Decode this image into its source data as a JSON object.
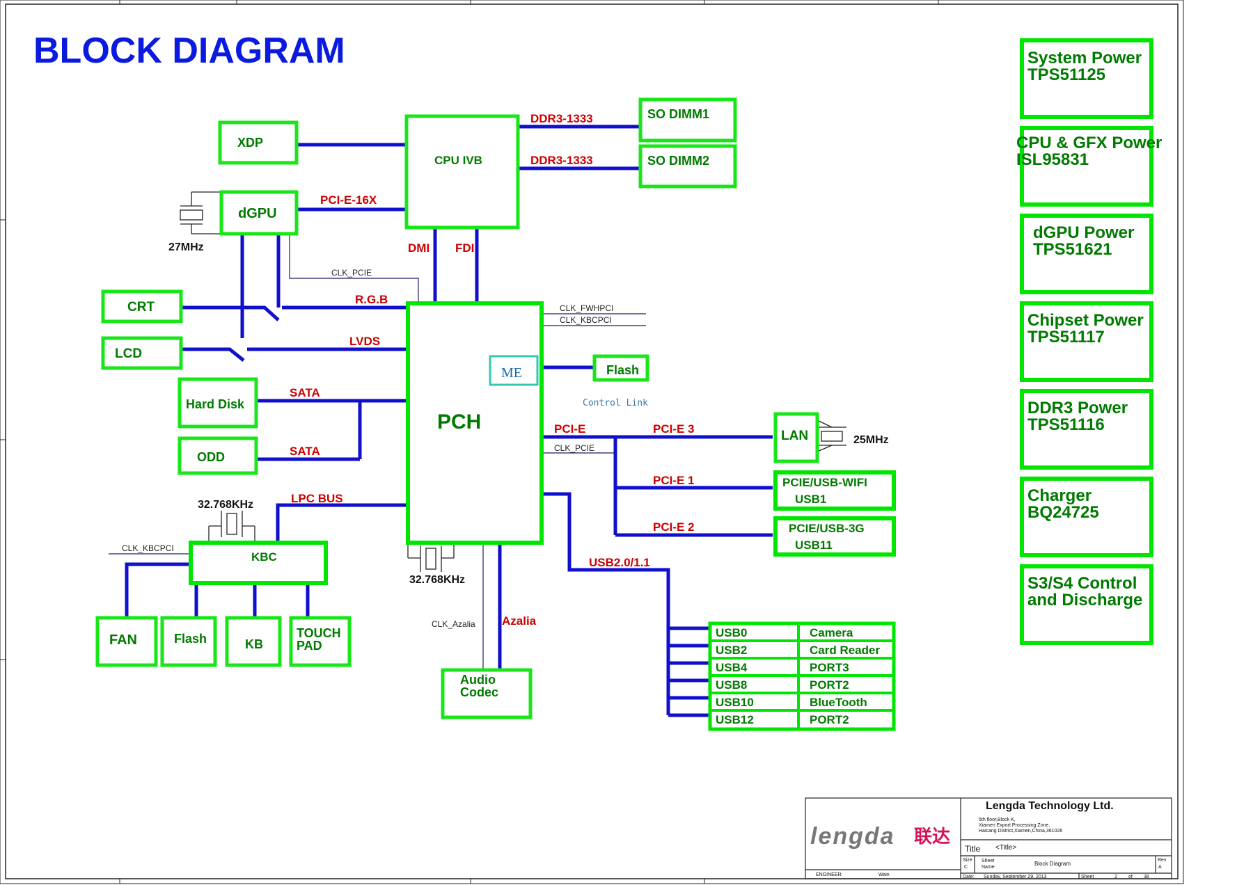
{
  "title": "BLOCK DIAGRAM",
  "blocks": {
    "xdp": "XDP",
    "dgpu": "dGPU",
    "cpu": "CPU IVB",
    "so_dimm1": "SO DIMM1",
    "so_dimm2": "SO DIMM2",
    "crt": "CRT",
    "lcd": "LCD",
    "hard_disk": "Hard Disk",
    "odd": "ODD",
    "pch": "PCH",
    "me": "ME",
    "flash_spi": "Flash",
    "lan": "LAN",
    "wifi_line1": "PCIE/USB-WIFI",
    "wifi_line2": "USB1",
    "g3_line1": "PCIE/USB-3G",
    "g3_line2": "USB11",
    "kbc": "KBC",
    "fan": "FAN",
    "flash_kbc": "Flash",
    "kb": "KB",
    "touch_line1": "TOUCH",
    "touch_line2": "PAD",
    "audio_line1": "Audio",
    "audio_line2": "Codec"
  },
  "usb_ports": [
    {
      "port": "USB0",
      "device": "Camera"
    },
    {
      "port": "USB2",
      "device": "Card Reader"
    },
    {
      "port": "USB4",
      "device": "PORT3"
    },
    {
      "port": "USB8",
      "device": "PORT2"
    },
    {
      "port": "USB10",
      "device": "BlueTooth"
    },
    {
      "port": "USB12",
      "device": "PORT2"
    }
  ],
  "bus_labels": {
    "ddr1": "DDR3-1333",
    "ddr2": "DDR3-1333",
    "pcie16": "PCI-E-16X",
    "dmi": "DMI",
    "fdi": "FDI",
    "rgb": "R.G.B",
    "lvds": "LVDS",
    "sata1": "SATA",
    "sata2": "SATA",
    "lpc": "LPC BUS",
    "pcie": "PCI-E",
    "pcie3": "PCI-E 3",
    "pcie1": "PCI-E 1",
    "pcie2": "PCI-E 2",
    "usb": "USB2.0/1.1",
    "azalia": "Azalia"
  },
  "signal_labels": {
    "clk_pcie_gpu": "CLK_PCIE",
    "clk_fwhpci": "CLK_FWHPCI",
    "clk_kbcpci_pch": "CLK_KBCPCI",
    "control_link": "Control  Link",
    "clk_pcie_lan": "CLK_PCIE",
    "clk_kbcpci_kbc": "CLK_KBCPCI",
    "clk_azalia": "CLK_Azalia"
  },
  "crystals": {
    "gpu": "27MHz",
    "lan": "25MHz",
    "kbc": "32.768KHz",
    "pch": "32.768KHz"
  },
  "power": [
    {
      "line1": "System Power",
      "line2": "TPS51125"
    },
    {
      "line1": "CPU & GFX Power",
      "line2": "ISL95831"
    },
    {
      "line1": "dGPU Power",
      "line2": "TPS51621"
    },
    {
      "line1": "Chipset Power",
      "line2": "TPS51117"
    },
    {
      "line1": "DDR3 Power",
      "line2": "TPS51116"
    },
    {
      "line1": "Charger",
      "line2": "BQ24725"
    },
    {
      "line1": "S3/S4 Control",
      "line2": "and Discharge"
    }
  ],
  "title_block": {
    "logo": "lengda",
    "logo_cn": "联达",
    "company": "Lengda Technology Ltd.",
    "address1": "5th floor,Block K,",
    "address2": "Xiamen Export Processing Zone,",
    "address3": "Haicang District,Xiamen,China,361026",
    "title_label": "Title",
    "title_value": "<Title>",
    "size_label": "Size",
    "size_value": "C",
    "sheet_label": "Sheet",
    "name_label": "Name",
    "sheet_name": "Block Diagram",
    "rev_label": "Rev",
    "rev_value": "A",
    "date_label": "Date:",
    "date_value": "Sunday, September 29, 2013",
    "sheet_of_label": "Sheet",
    "sheet_num": "2",
    "of_label": "of",
    "sheet_total": "38",
    "engineer_label": "ENGINEER:",
    "engineer_value": "Wain"
  },
  "colors": {
    "bus": "#1010cc",
    "box": "#19e619",
    "text": "#007a00",
    "label": "#cc0000",
    "title": "#0a1adf"
  }
}
